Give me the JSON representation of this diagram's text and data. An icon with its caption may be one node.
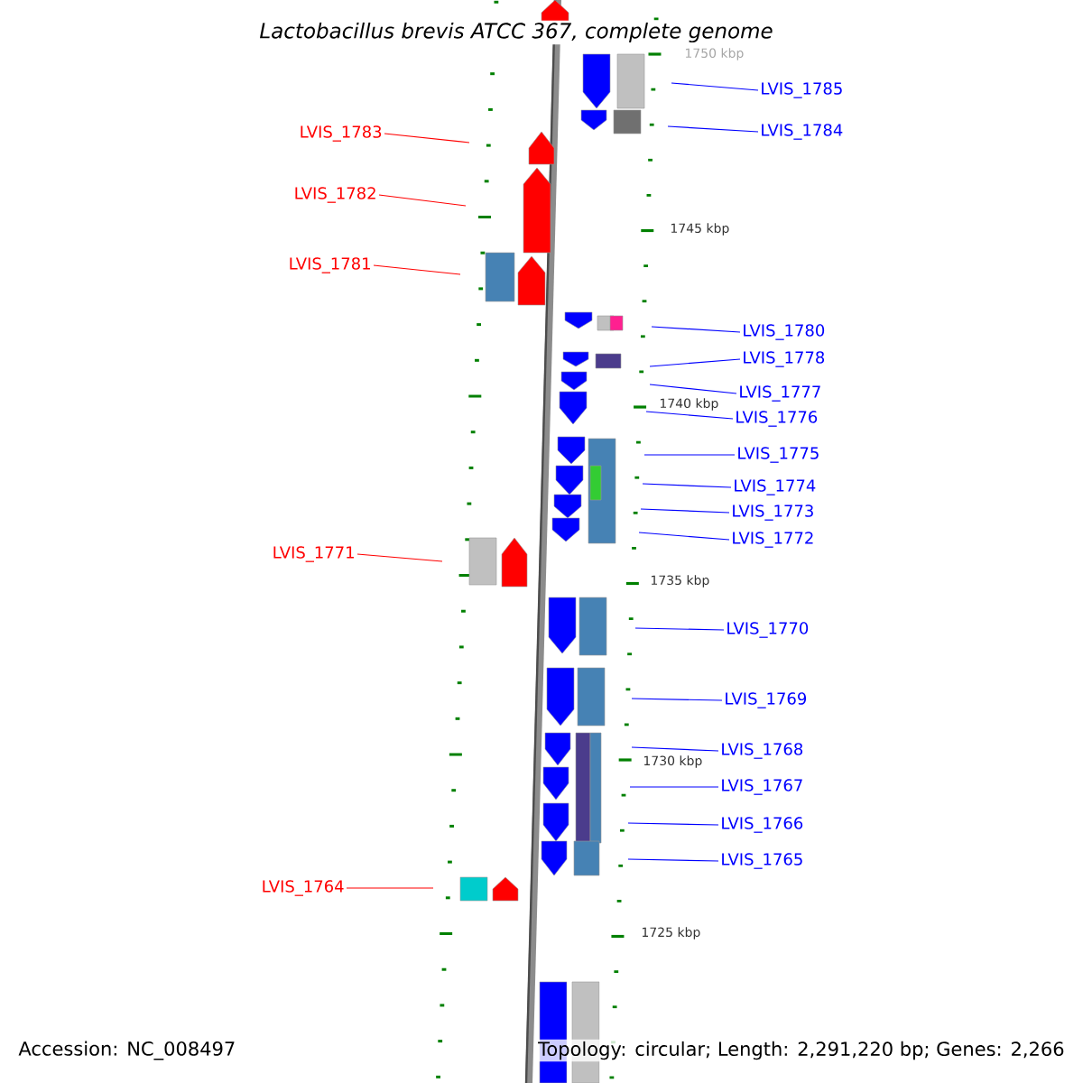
{
  "diagram": {
    "title": "Lactobacillus brevis ATCC 367, complete genome",
    "nodes": [
      {
        "text": [
          "LVIS_1785"
        ]
      },
      {
        "text": [
          "LVIS_1784"
        ]
      },
      {
        "text": [
          "LVIS_1783"
        ]
      },
      {
        "text": [
          "LVIS_1782"
        ]
      },
      {
        "text": [
          "LVIS_1781"
        ]
      },
      {
        "text": [
          "LVIS_1780"
        ]
      },
      {
        "text": [
          "LVIS_1778"
        ]
      },
      {
        "text": [
          "LVIS_1777"
        ]
      },
      {
        "text": [
          "LVIS_1776"
        ]
      },
      {
        "text": [
          "LVIS_1775"
        ]
      },
      {
        "text": [
          "LVIS_1774"
        ]
      },
      {
        "text": [
          "LVIS_1773"
        ]
      },
      {
        "text": [
          "LVIS_1772"
        ]
      },
      {
        "text": [
          "LVIS_1771"
        ]
      },
      {
        "text": [
          "LVIS_1770"
        ]
      },
      {
        "text": [
          "LVIS_1769"
        ]
      },
      {
        "text": [
          "LVIS_1768"
        ]
      },
      {
        "text": [
          "LVIS_1767"
        ]
      },
      {
        "text": [
          "LVIS_1766"
        ]
      },
      {
        "text": [
          "LVIS_1765"
        ]
      },
      {
        "text": [
          "LVIS_1764"
        ]
      }
    ],
    "edges": [
      {
        "from": 0,
        "to": null,
        "arrow": "none"
      },
      {
        "from": 1,
        "to": null,
        "arrow": "none"
      },
      {
        "from": 2,
        "to": null,
        "arrow": "none",
        "color": "#ff0000"
      },
      {
        "from": 3,
        "to": null,
        "arrow": "none",
        "color": "#ff0000"
      },
      {
        "from": 4,
        "to": null,
        "arrow": "none",
        "color": "#ff0000"
      },
      {
        "from": 5,
        "to": null,
        "arrow": "none"
      },
      {
        "from": 6,
        "to": null,
        "arrow": "none"
      },
      {
        "from": 7,
        "to": null,
        "arrow": "none"
      },
      {
        "from": 8,
        "to": null,
        "arrow": "none"
      },
      {
        "from": 9,
        "to": null,
        "arrow": "none"
      },
      {
        "from": 10,
        "to": null,
        "arrow": "none"
      },
      {
        "from": 11,
        "to": null,
        "arrow": "none"
      },
      {
        "from": 12,
        "to": null,
        "arrow": "none"
      },
      {
        "from": 13,
        "to": null,
        "arrow": "none",
        "color": "#ff0000"
      },
      {
        "from": 14,
        "to": null,
        "arrow": "none"
      },
      {
        "from": 15,
        "to": null,
        "arrow": "none"
      },
      {
        "from": 16,
        "to": null,
        "arrow": "none"
      },
      {
        "from": 17,
        "to": null,
        "arrow": "none"
      },
      {
        "from": 18,
        "to": null,
        "arrow": "none"
      },
      {
        "from": 19,
        "to": null,
        "arrow": "none"
      },
      {
        "from": 20,
        "to": null,
        "arrow": "none",
        "color": "#ff0000"
      }
    ],
    "labels": [
      "1750 kbp",
      "1745 kbp",
      "1740 kbp",
      "1735 kbp",
      "1730 kbp",
      "1725 kbp",
      "Accession: NC_008497",
      "Topology: circular; Length: 2,291,220 bp; Genes: 2,266"
    ]
  }
}
